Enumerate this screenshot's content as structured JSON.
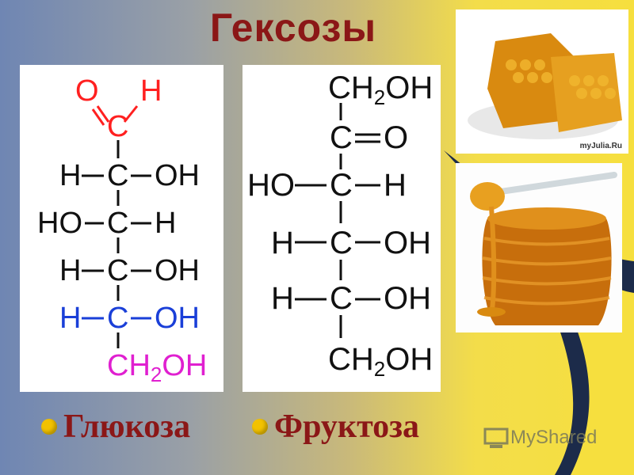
{
  "title": "Гексозы",
  "glucose": {
    "caption": "Глюкоза",
    "rows": [
      {
        "left": "O",
        "right": "H",
        "color": "#ff2020"
      },
      {
        "center": "C",
        "color": "#ff2020"
      },
      {
        "left": "H",
        "center": "C",
        "right": "OH",
        "color": "#111111"
      },
      {
        "left": "HO",
        "center": "C",
        "right": "H",
        "color": "#111111"
      },
      {
        "left": "H",
        "center": "C",
        "right": "OH",
        "color": "#111111"
      },
      {
        "left": "H",
        "center": "C",
        "right": "OH",
        "color": "#1a3fd8"
      },
      {
        "center": "CH2OH",
        "color": "#e020d0"
      }
    ]
  },
  "fructose": {
    "caption": "Фруктоза",
    "rows": [
      {
        "center": "CH2OH"
      },
      {
        "center": "C",
        "right": "O"
      },
      {
        "left": "HO",
        "center": "C",
        "right": "H"
      },
      {
        "left": "H",
        "center": "C",
        "right": "OH"
      },
      {
        "left": "H",
        "center": "C",
        "right": "OH"
      },
      {
        "center": "CH2OH"
      }
    ]
  },
  "photo_watermark": "myJulia.Ru",
  "logo_text": "MyShared",
  "colors": {
    "title": "#8b1717",
    "caption": "#8b1717",
    "bullet": "#f2c200"
  },
  "icons": [
    "honeycomb-photo",
    "honey-jar-photo",
    "logo-icon"
  ]
}
